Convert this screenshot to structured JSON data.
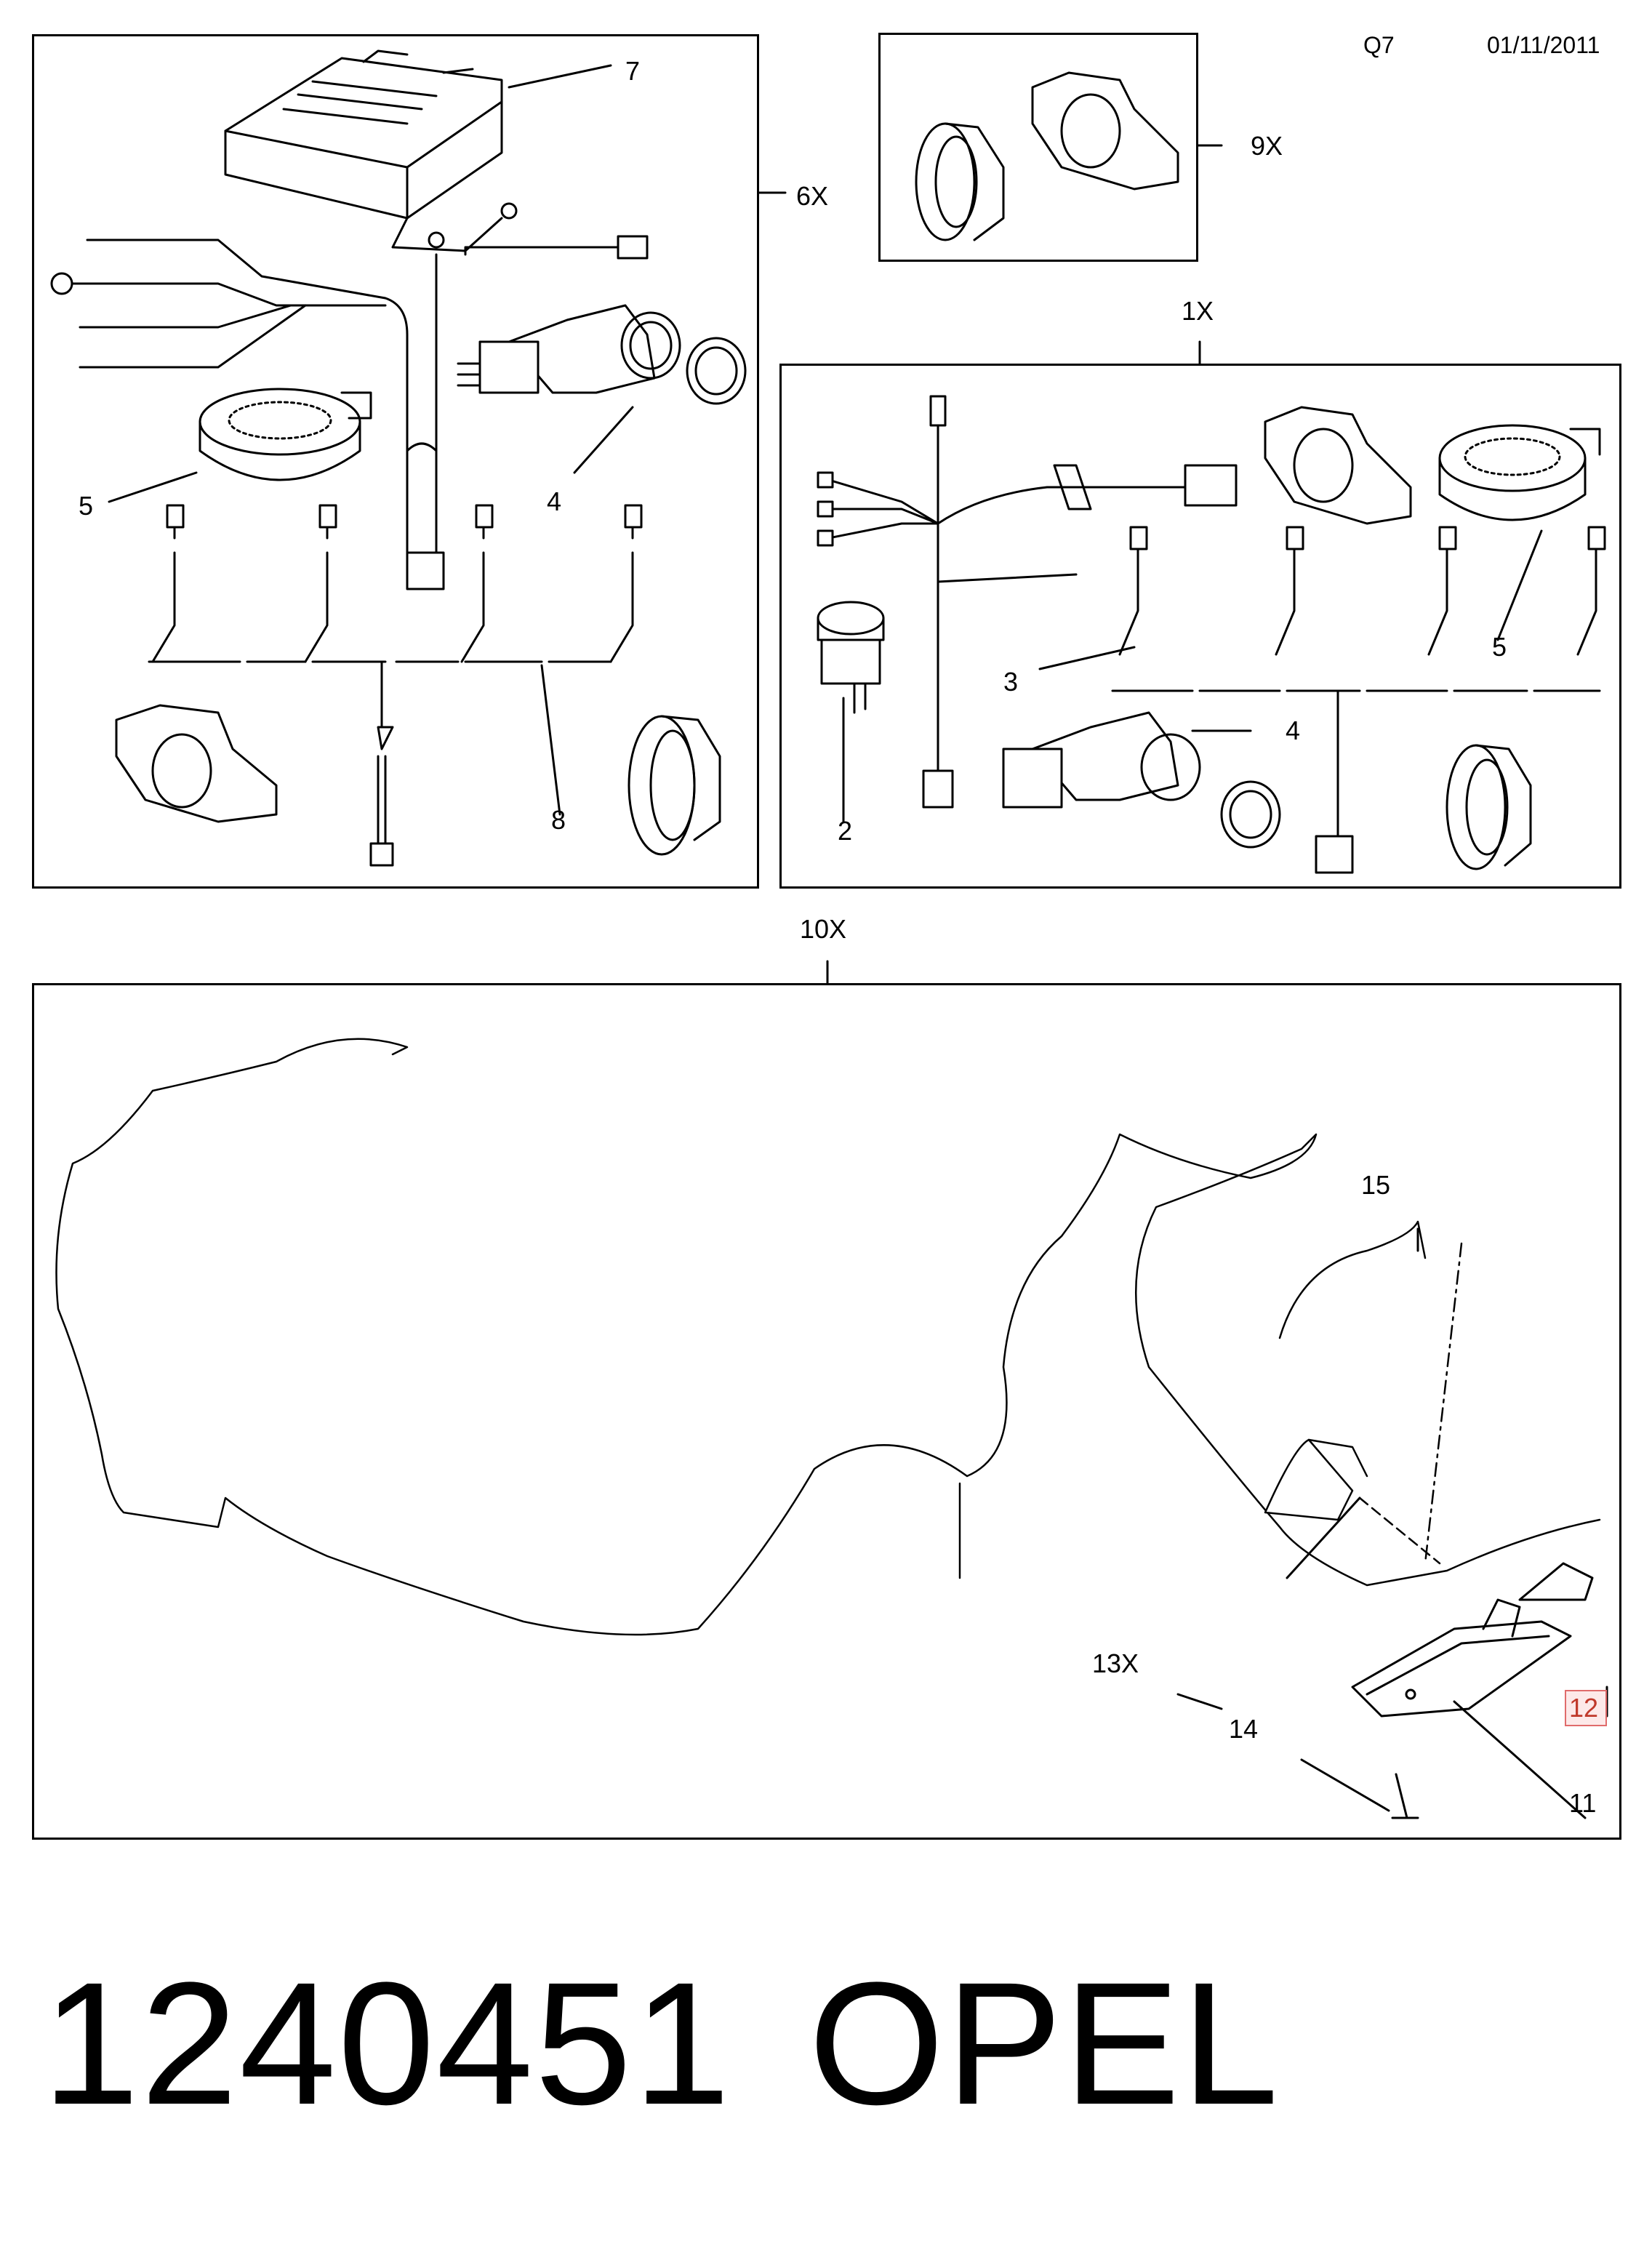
{
  "header": {
    "code": "Q7",
    "date": "01/11/2011"
  },
  "footer": {
    "part_number": "1240451",
    "brand": "OPEL"
  },
  "groups": {
    "g6x": "6X",
    "g9x": "9X",
    "g1x": "1X",
    "g10x": "10X",
    "g13x": "13X"
  },
  "callouts": {
    "c7": "7",
    "c5a": "5",
    "c4a": "4",
    "c8": "8",
    "c2": "2",
    "c3": "3",
    "c4b": "4",
    "c5b": "5",
    "c15": "15",
    "c14": "14",
    "c12": "12",
    "c11": "11"
  },
  "colors": {
    "line": "#000000",
    "highlight_border": "#e06b6b",
    "highlight_fill": "#fde9e9"
  }
}
